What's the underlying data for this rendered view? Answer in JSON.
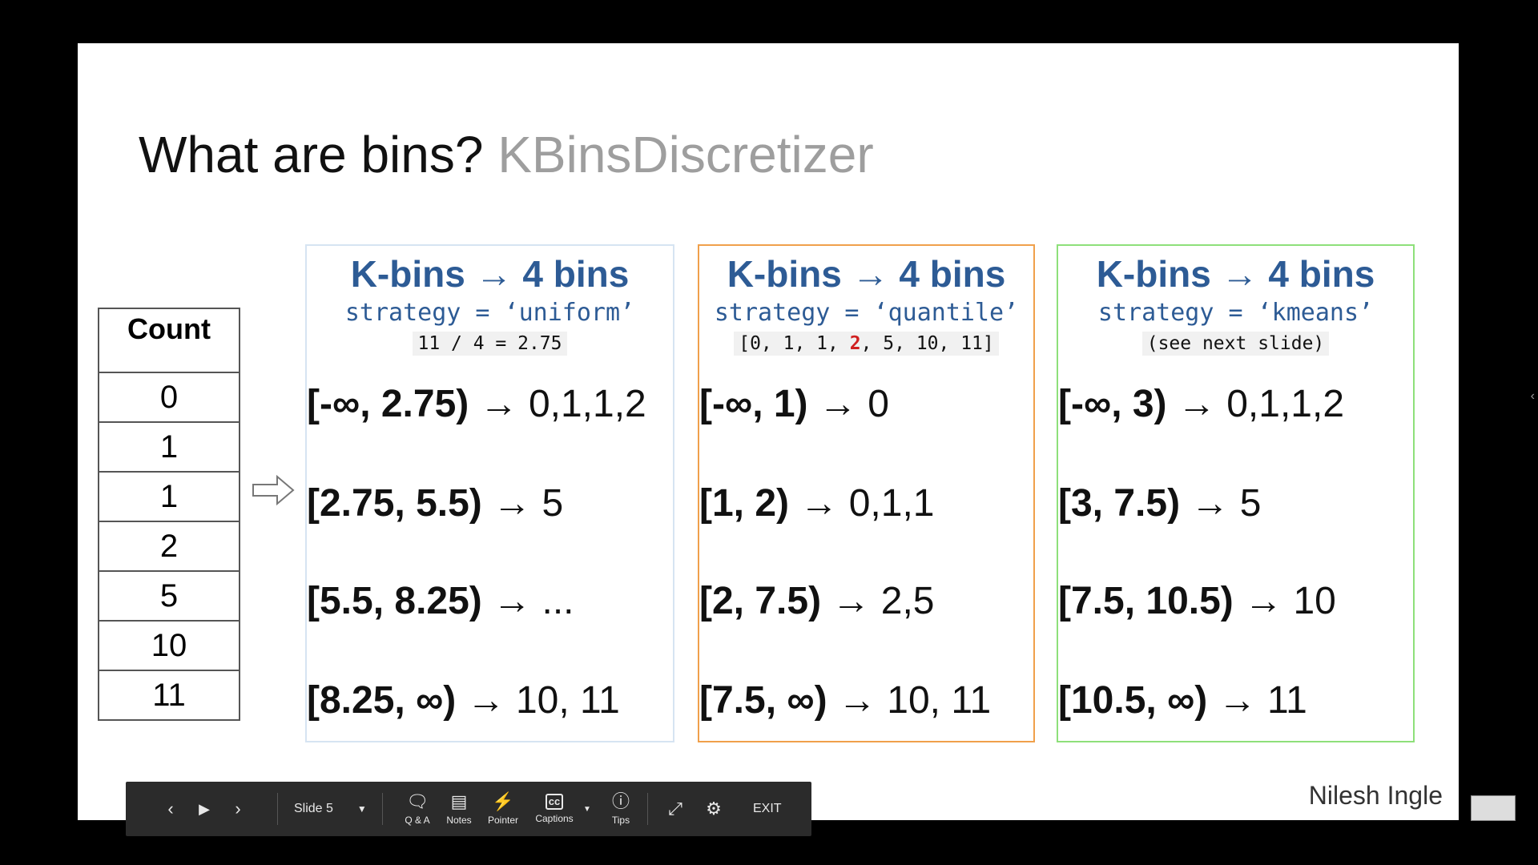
{
  "slide": {
    "title_main": "What are bins?",
    "title_sub": "KBinsDiscretizer",
    "author": "Nilesh Ingle",
    "count_table": {
      "header": "Count",
      "values": [
        "0",
        "1",
        "1",
        "2",
        "5",
        "10",
        "11"
      ]
    },
    "panels": [
      {
        "heading": "K-bins → 4 bins",
        "strategy": "strategy = ‘uniform’",
        "note_pre": "11 / 4 = 2.75",
        "note_hl": "",
        "note_post": "",
        "bins": [
          {
            "interval": "[-∞, 2.75)",
            "result": "→ 0,1,1,2"
          },
          {
            "interval": "[2.75, 5.5)",
            "result": "→ 5"
          },
          {
            "interval": "[5.5, 8.25)",
            "result": "→ ..."
          },
          {
            "interval": "[8.25, ∞)",
            "result": "→ 10, 11"
          }
        ]
      },
      {
        "heading": "K-bins → 4 bins",
        "strategy": "strategy = ‘quantile’",
        "note_pre": "[0, 1, 1, ",
        "note_hl": "2",
        "note_post": ", 5, 10, 11]",
        "bins": [
          {
            "interval": "[-∞, 1)",
            "result": "→ 0"
          },
          {
            "interval": "[1, 2)",
            "result": "→ 0,1,1"
          },
          {
            "interval": "[2, 7.5)",
            "result": "→ 2,5"
          },
          {
            "interval": "[7.5, ∞)",
            "result": "→ 10, 11"
          }
        ]
      },
      {
        "heading": "K-bins → 4 bins",
        "strategy": "strategy = ‘kmeans’",
        "note_pre": "(see next slide)",
        "note_hl": "",
        "note_post": "",
        "bins": [
          {
            "interval": "[-∞, 3)",
            "result": "→ 0,1,1,2"
          },
          {
            "interval": "[3, 7.5)",
            "result": "→ 5"
          },
          {
            "interval": "[7.5, 10.5)",
            "result": "→ 10"
          },
          {
            "interval": "[10.5, ∞)",
            "result": "→ 11"
          }
        ]
      }
    ]
  },
  "toolbar": {
    "prev_icon": "chevron-left-icon",
    "play_icon": "play-icon",
    "next_icon": "chevron-right-icon",
    "slide_label": "Slide 5",
    "qa_label": "Q & A",
    "notes_label": "Notes",
    "pointer_label": "Pointer",
    "captions_label": "Captions",
    "tips_label": "Tips",
    "exit_label": "EXIT"
  },
  "colors": {
    "heading_blue": "#2d5b95",
    "uniform_border": "#d6e4f2",
    "quantile_border": "#f0a04b",
    "kmeans_border": "#8ee07a",
    "highlight_red": "#d02020"
  }
}
